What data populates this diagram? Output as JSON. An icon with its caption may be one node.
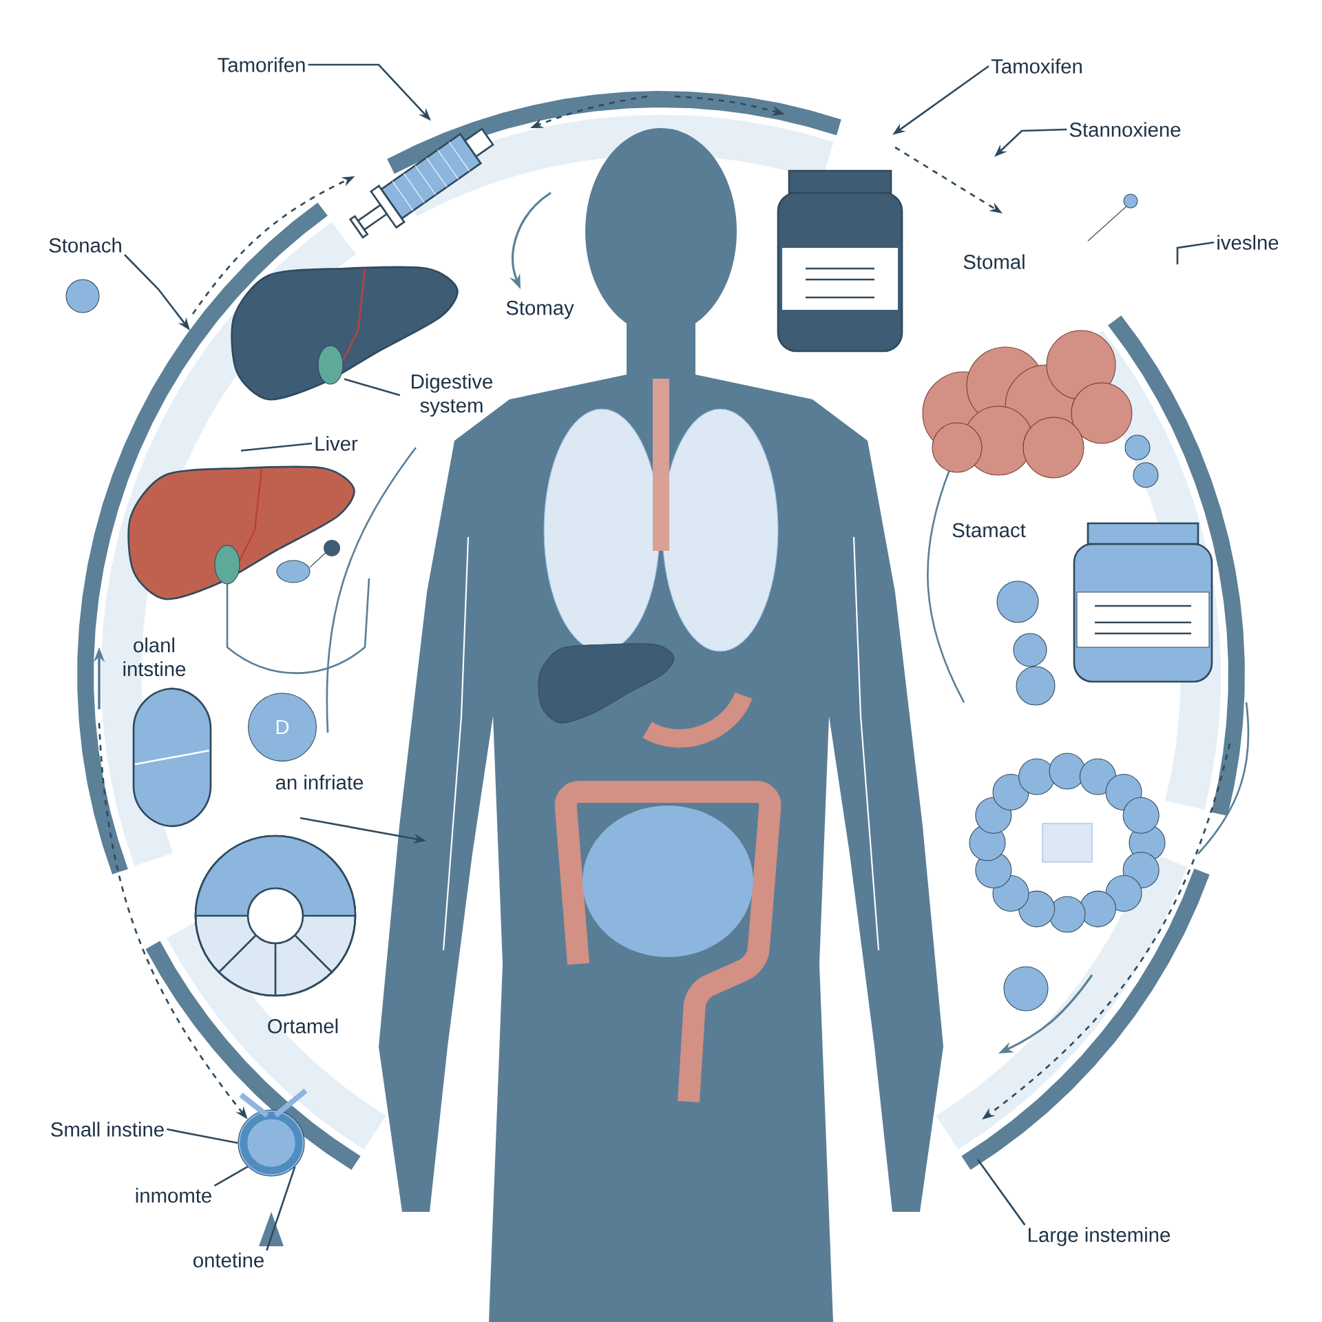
{
  "diagram": {
    "nodes": [
      {
        "text": [
          "Tamorifen"
        ]
      },
      {
        "text": [],
        "shape": "picture"
      },
      {
        "text": [
          "Tamoxifen"
        ]
      },
      {
        "text": [
          "Stannoxiene"
        ]
      },
      {
        "text": [
          "iveslne"
        ]
      },
      {
        "text": [
          "Stonach"
        ]
      },
      {
        "text": [],
        "shape": "picture"
      },
      {
        "text": [
          "Digestive system"
        ]
      },
      {
        "text": [
          "Liver"
        ]
      },
      {
        "text": [],
        "shape": "picture"
      },
      {
        "text": [],
        "shape": "picture"
      },
      {
        "text": [],
        "shape": "picture"
      },
      {
        "text": [],
        "shape": "picture"
      },
      {
        "text": [],
        "shape": "picture"
      },
      {
        "text": [],
        "shape": "picture"
      },
      {
        "text": [],
        "shape": "picture"
      },
      {
        "text": [],
        "shape": "circle"
      },
      {
        "text": [
          "Small instine"
        ]
      },
      {
        "text": [
          "inmomte"
        ]
      },
      {
        "text": [
          "ontetine"
        ]
      },
      {
        "text": [
          "Large instemine"
        ]
      },
      {
        "text": [],
        "shape": "picture"
      },
      {
        "text": [
          "D"
        ]
      }
    ],
    "edges": [
      {
        "from": 0,
        "to": 1,
        "arrow": "to"
      },
      {
        "from": 2,
        "to": null,
        "arrow": "to"
      },
      {
        "from": 3,
        "to": null,
        "arrow": "to"
      },
      {
        "from": 4,
        "to": null,
        "arrow": "none"
      },
      {
        "from": 5,
        "to": null,
        "arrow": "to"
      },
      {
        "from": 7,
        "to": 6,
        "arrow": "none"
      },
      {
        "from": 8,
        "to": 9,
        "arrow": "none"
      },
      {
        "from": 17,
        "to": 16,
        "arrow": "none"
      },
      {
        "from": 18,
        "to": 16,
        "arrow": "none"
      },
      {
        "from": 19,
        "to": 16,
        "arrow": "none"
      },
      {
        "from": 20,
        "to": null,
        "arrow": "none"
      },
      {
        "from": null,
        "to": 1,
        "arrow": "to",
        "style": "dashed"
      },
      {
        "from": null,
        "to": 14,
        "arrow": "to"
      },
      {
        "from": null,
        "to": 16,
        "arrow": "to",
        "style": "dashed"
      }
    ],
    "labels": [
      "Stomay",
      "Stomal",
      "olanl intstine",
      "Stamact",
      "an infriate",
      "Ortamel"
    ]
  }
}
